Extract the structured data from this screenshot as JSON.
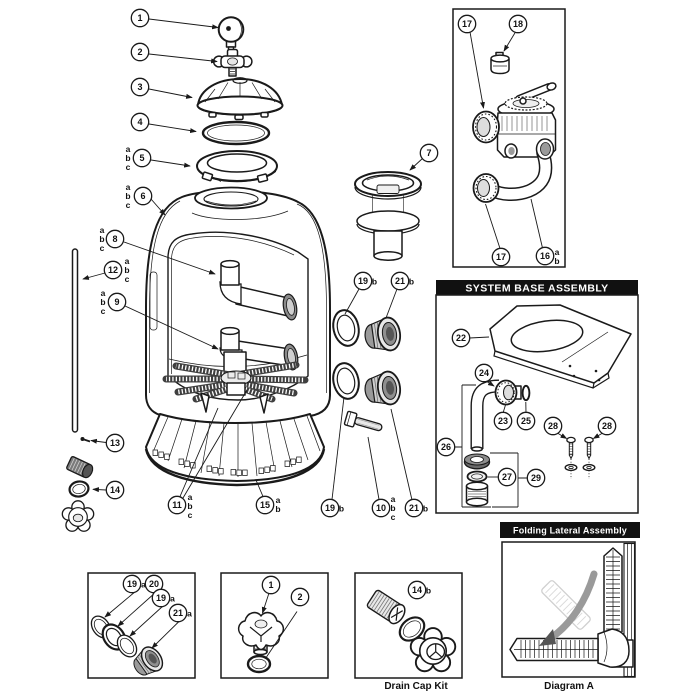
{
  "colors": {
    "line": "#1a1a1a",
    "header_bg": "#111111",
    "header_text": "#ffffff",
    "background": "#ffffff"
  },
  "sections": {
    "system_base_assembly": {
      "title": "SYSTEM BASE ASSEMBLY"
    },
    "folding_lateral_assembly": {
      "title": "Folding Lateral Assembly",
      "caption": "Diagram A"
    },
    "drain_cap_kit_box": {
      "caption": "Drain Cap Kit"
    }
  },
  "callouts": {
    "pressure_gauge": "1",
    "air_relief_valve": "2",
    "filter_lid": "3",
    "lid_oring": "4",
    "clamp_ring": "5",
    "tank": "6",
    "diffuser": "7",
    "upper_piping": "8",
    "lower_piping": "9",
    "pipe_bolt": "10",
    "lateral_assembly": "11",
    "standpipe": "12",
    "screw": "13",
    "drain_plug": "14",
    "base_skirt": "15",
    "valve_elbow": "16",
    "union_nut": "17",
    "valve_cap": "18",
    "oring": "19",
    "gasket": "20",
    "bulkhead_fitting": "21",
    "base_plate": "22",
    "elbow_nut": "23",
    "elbow_pipe": "24",
    "elbow_oring": "25",
    "elbow_group": "26",
    "adapter_gasket": "27",
    "screws": "28",
    "adapter_group": "29",
    "drain_cap_knob": "1",
    "drain_cap_oring": "2"
  },
  "letters": {
    "a": "a",
    "b": "b",
    "c": "c"
  }
}
